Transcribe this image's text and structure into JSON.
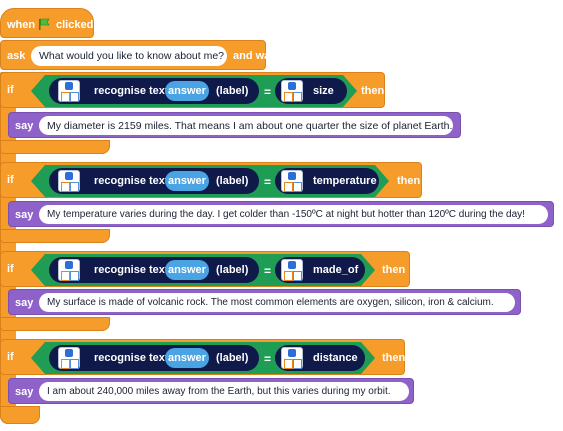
{
  "hat": {
    "when": "when",
    "clicked": "clicked",
    "flag_icon": "green-flag-icon"
  },
  "ask": {
    "label": "ask",
    "question": "What would you like to know about me?",
    "suffix": "and wait"
  },
  "if_blocks": [
    {
      "if": "if",
      "then": "then",
      "recognise": "recognise text",
      "answer": "answer",
      "label": "(label)",
      "eq": "=",
      "value": "size",
      "say": "say",
      "message": "My diameter is 2159 miles. That means I am about one quarter the size of planet Earth."
    },
    {
      "if": "if",
      "then": "then",
      "recognise": "recognise text",
      "answer": "answer",
      "label": "(label)",
      "eq": "=",
      "value": "temperature",
      "say": "say",
      "message": "My temperature varies during the day. I get colder than -150ºC at night but hotter than 120ºC during the day!"
    },
    {
      "if": "if",
      "then": "then",
      "recognise": "recognise text",
      "answer": "answer",
      "label": "(label)",
      "eq": "=",
      "value": "made_of",
      "say": "say",
      "message": "My surface is made of volcanic rock. The most common elements are oxygen, silicon, iron & calcium."
    },
    {
      "if": "if",
      "then": "then",
      "recognise": "recognise text",
      "answer": "answer",
      "label": "(label)",
      "eq": "=",
      "value": "distance",
      "say": "say",
      "message": "I am about 240,000 miles away from the Earth, but this varies during my orbit."
    }
  ],
  "colors": {
    "control": "#f59c2a",
    "operator": "#1f9d55",
    "looks": "#8e62c8",
    "ml": "#101a4a",
    "answer": "#4aa4e4"
  }
}
